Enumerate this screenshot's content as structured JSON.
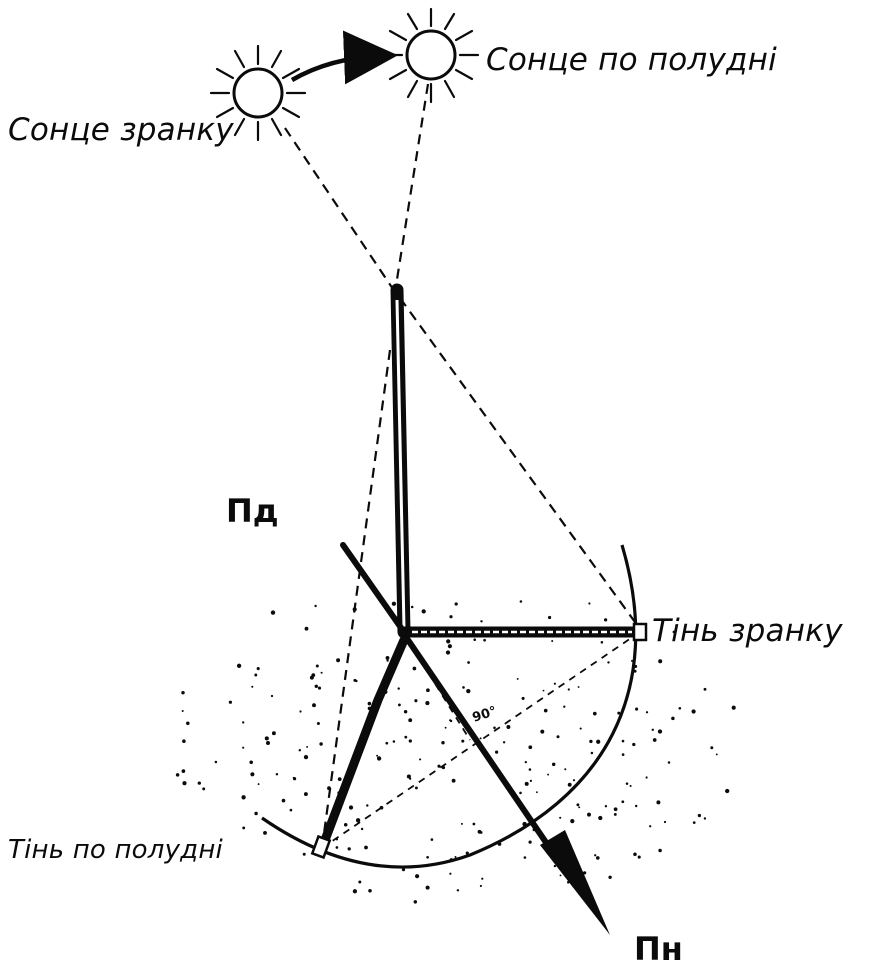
{
  "labels": {
    "sun_morning": "Сонце зранку",
    "sun_noon": "Сонце по полудні",
    "shadow_morning": "Тінь зранку",
    "shadow_noon": "Тінь по полудні",
    "direction_west": "Пд",
    "direction_north": "Пн",
    "angle": "90°"
  },
  "colors": {
    "ink": "#0b0b0b",
    "paper": "#ffffff"
  },
  "icons": {
    "sun_morning": "sun-icon",
    "sun_noon": "sun-icon"
  }
}
